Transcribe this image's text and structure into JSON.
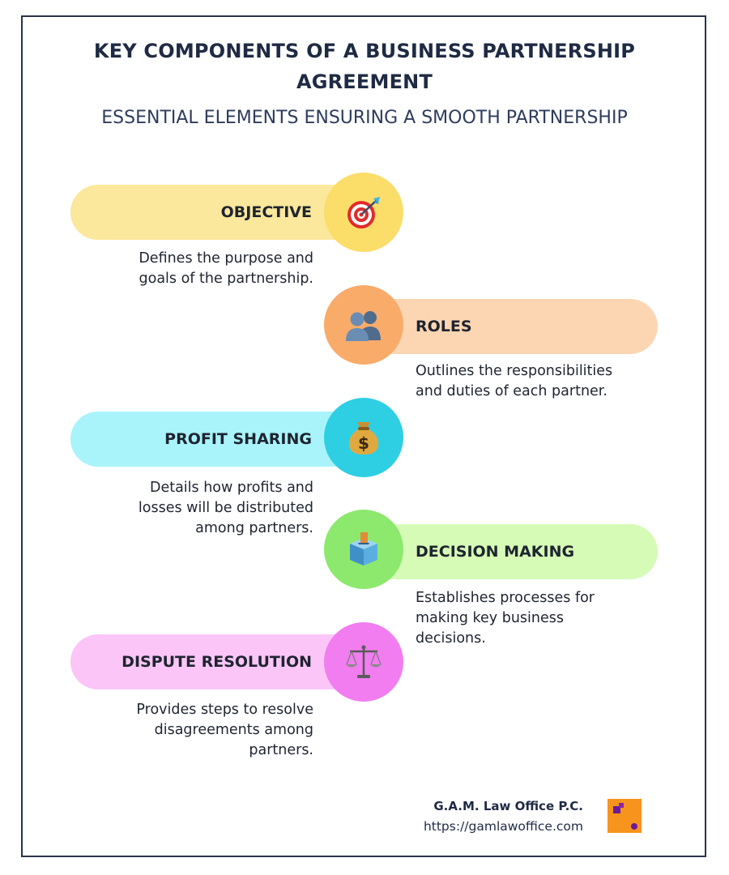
{
  "header": {
    "title_line1": "KEY COMPONENTS OF A BUSINESS PARTNERSHIP",
    "title_line2": "AGREEMENT",
    "subtitle": "ESSENTIAL ELEMENTS ENSURING A SMOOTH PARTNERSHIP"
  },
  "components": [
    {
      "label": "OBJECTIVE",
      "icon": "target-icon",
      "desc_line1": "Defines the purpose and",
      "desc_line2": "goals of the partnership.",
      "desc_line3": "",
      "pill_color": "#fbe89c",
      "circle_color": "#fbdd6a",
      "side": "left"
    },
    {
      "label": "ROLES",
      "icon": "people-icon",
      "desc_line1": "Outlines the responsibilities",
      "desc_line2": "and duties of each partner.",
      "desc_line3": "",
      "pill_color": "#fcd6b3",
      "circle_color": "#f9ab6a",
      "side": "right"
    },
    {
      "label": "PROFIT SHARING",
      "icon": "money-bag-icon",
      "desc_line1": "Details how profits and",
      "desc_line2": "losses will be distributed",
      "desc_line3": "among partners.",
      "pill_color": "#a8f4fa",
      "circle_color": "#2ecfe3",
      "side": "left"
    },
    {
      "label": "DECISION MAKING",
      "icon": "ballot-box-icon",
      "desc_line1": "Establishes processes for",
      "desc_line2": "making key business",
      "desc_line3": "decisions.",
      "pill_color": "#d6fbb6",
      "circle_color": "#8de86e",
      "side": "right"
    },
    {
      "label": "DISPUTE RESOLUTION",
      "icon": "scales-icon",
      "desc_line1": "Provides steps to resolve",
      "desc_line2": "disagreements among",
      "desc_line3": "partners.",
      "pill_color": "#fbc6f7",
      "circle_color": "#f27df0",
      "side": "left"
    }
  ],
  "footer": {
    "company": "G.A.M. Law Office P.C.",
    "url": "https://gamlawoffice.com",
    "logo_icon": "company-logo-icon",
    "logo_color": "#f7941d",
    "logo_accent": "#6a1b9a"
  }
}
